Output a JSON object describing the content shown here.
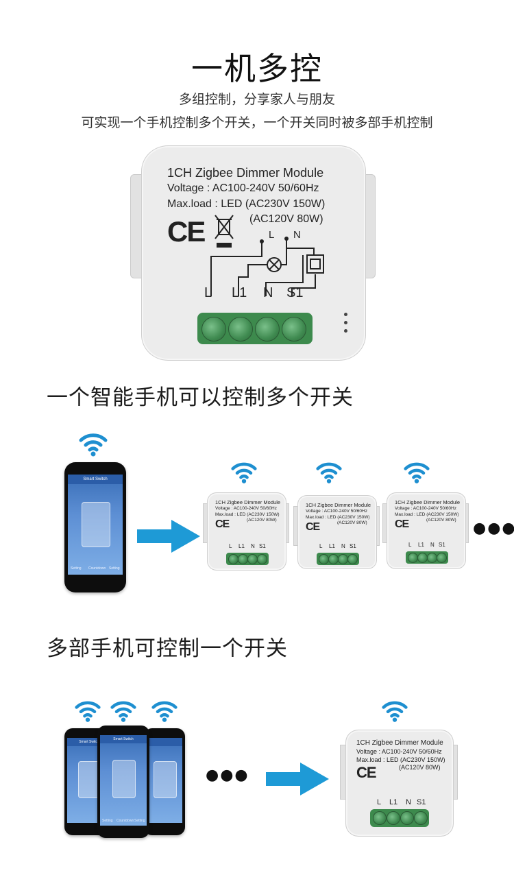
{
  "header": {
    "title": "一机多控",
    "subtitle_1": "多组控制，分享家人与朋友",
    "subtitle_2": "可实现一个手机控制多个开关，一个开关同时被多部手机控制"
  },
  "module_label": {
    "name": "1CH Zigbee Dimmer Module",
    "voltage": "Voltage : AC100-240V 50/60Hz",
    "maxload": "Max.load : LED (AC230V 150W)",
    "maxload2": "(AC120V 80W)",
    "ce": "CE",
    "terminals": [
      "L",
      "L1",
      "N",
      "S1"
    ],
    "top_L": "L",
    "top_N": "N"
  },
  "section_1": {
    "heading": "一个智能手机可以控制多个开关"
  },
  "section_2": {
    "heading": "多部手机可控制一个开关"
  },
  "phone_screen": {
    "app_title": "Smart Switch",
    "tabs": [
      "Setting",
      "Countdown",
      "Setting"
    ]
  },
  "more": "●●●",
  "colors": {
    "arrow": "#1e9ad6",
    "wifi": "#1e8fd0",
    "terminal": "#3d8a4d"
  },
  "icons": [
    "wifi-icon",
    "arrow-right-icon",
    "ce-mark-icon",
    "weee-bin-icon",
    "lamp-icon",
    "switch-icon"
  ]
}
